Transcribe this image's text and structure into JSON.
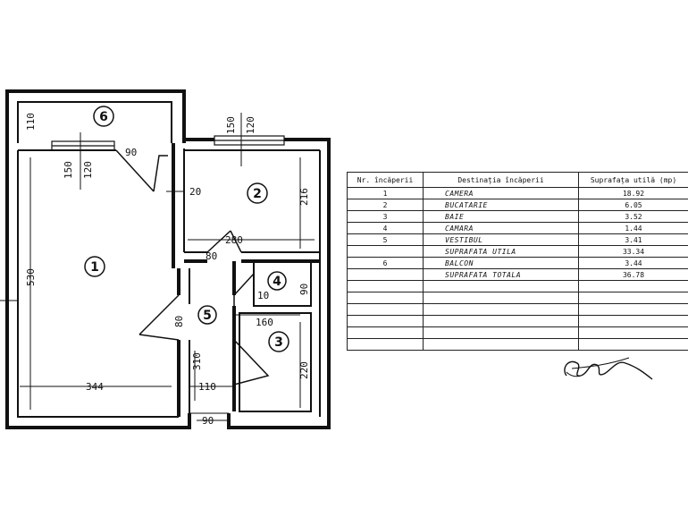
{
  "rooms": [
    {
      "num": "1"
    },
    {
      "num": "2"
    },
    {
      "num": "3"
    },
    {
      "num": "4"
    },
    {
      "num": "5"
    },
    {
      "num": "6"
    }
  ],
  "dimensions": {
    "balcony_depth": "110",
    "balcony_win_top_a": "150",
    "balcony_win_top_b": "120",
    "door_living": "90",
    "win_living_a": "150",
    "win_living_b": "120",
    "wall_20": "20",
    "kitchen_height": "216",
    "kitchen_width": "280",
    "living_height": "530",
    "living_width": "344",
    "door_80": "80",
    "door_10": "10",
    "storage_90": "90",
    "hall_80": "80",
    "bath_width": "160",
    "hall_310": "310",
    "bath_220": "220",
    "hall_110": "110",
    "entrance_90": "90"
  },
  "table": {
    "headers": [
      "Nr. încăperii",
      "Destinația încăperii",
      "Suprafața utilă (mp)"
    ],
    "rows": [
      {
        "nr": "1",
        "dest": "CAMERA",
        "area": "18.92"
      },
      {
        "nr": "2",
        "dest": "BUCATARIE",
        "area": "6.05"
      },
      {
        "nr": "3",
        "dest": "BAIE",
        "area": "3.52"
      },
      {
        "nr": "4",
        "dest": "CAMARA",
        "area": "1.44"
      },
      {
        "nr": "5",
        "dest": "VESTIBUL",
        "area": "3.41"
      },
      {
        "nr": "",
        "dest": "SUPRAFATA UTILA",
        "area": "33.34"
      },
      {
        "nr": "6",
        "dest": "BALCON",
        "area": "3.44"
      },
      {
        "nr": "",
        "dest": "SUPRAFATA TOTALA",
        "area": "36.78"
      }
    ]
  }
}
